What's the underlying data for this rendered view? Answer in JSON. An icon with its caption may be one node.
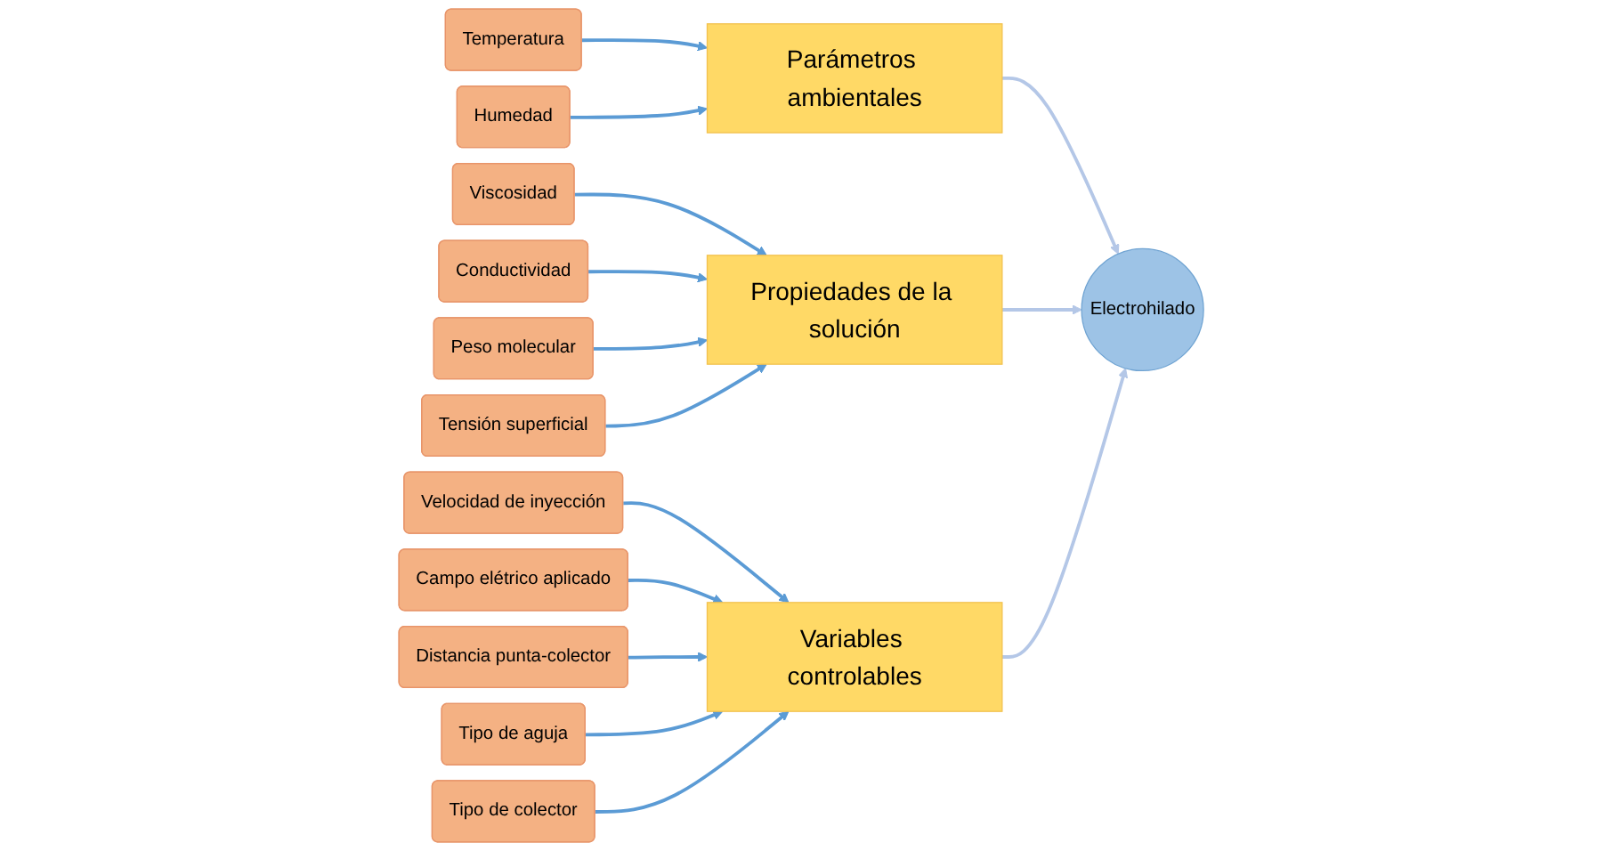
{
  "diagram": {
    "nodes": [
      {
        "text": [
          "Parámetros ambientales"
        ]
      },
      {
        "text": [
          "Temperatura"
        ]
      },
      {
        "text": [
          "Humedad"
        ]
      },
      {
        "text": [
          "Propiedades de la solución"
        ]
      },
      {
        "text": [
          "Variables controlables"
        ]
      },
      {
        "text": [
          "Electrohilado"
        ]
      },
      {
        "text": [
          "Viscosidad"
        ]
      },
      {
        "text": [
          "Conductividad"
        ]
      },
      {
        "text": [
          "Peso molecular"
        ]
      },
      {
        "text": [
          "Tensión superficial"
        ]
      },
      {
        "text": [
          "Velocidad de inyección"
        ]
      },
      {
        "text": [
          "Campo elétrico aplicado"
        ]
      },
      {
        "text": [
          "Distancia punta-colector"
        ]
      },
      {
        "text": [
          "Tipo de aguja"
        ]
      },
      {
        "text": [
          "Tipo de colector"
        ]
      }
    ],
    "edges": [
      {
        "from": 1,
        "to": 0,
        "arrow": "to"
      },
      {
        "from": 2,
        "to": 0,
        "arrow": "to"
      },
      {
        "from": 0,
        "to": 5,
        "arrow": "to",
        "color": "#b4c7e7"
      },
      {
        "from": 3,
        "to": 5,
        "arrow": "to",
        "color": "#b4c7e7"
      },
      {
        "from": 4,
        "to": 5,
        "arrow": "to",
        "color": "#b4c7e7"
      },
      {
        "from": 6,
        "to": 3,
        "arrow": "to"
      },
      {
        "from": 7,
        "to": 3,
        "arrow": "to"
      },
      {
        "from": 8,
        "to": 3,
        "arrow": "to"
      },
      {
        "from": 9,
        "to": 3,
        "arrow": "to"
      },
      {
        "from": 10,
        "to": 4,
        "arrow": "to"
      },
      {
        "from": 11,
        "to": 4,
        "arrow": "to"
      },
      {
        "from": 12,
        "to": 4,
        "arrow": "to"
      },
      {
        "from": 13,
        "to": 4,
        "arrow": "to"
      },
      {
        "from": 14,
        "to": 4,
        "arrow": "to"
      }
    ]
  }
}
